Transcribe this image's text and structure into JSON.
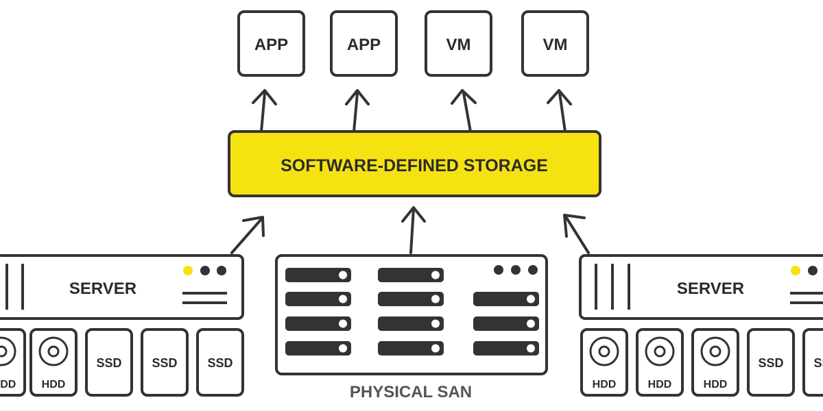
{
  "colors": {
    "stroke": "#333333",
    "accent_yellow": "#f5e211",
    "background": "#ffffff",
    "label_gray": "#555555"
  },
  "top_boxes": [
    "APP",
    "APP",
    "VM",
    "VM"
  ],
  "sds": {
    "label": "SOFTWARE-DEFINED STORAGE"
  },
  "left_server": {
    "label": "SERVER",
    "status_lights": [
      "yellow",
      "dark",
      "dark"
    ],
    "drives": [
      "HDD",
      "HDD",
      "SSD",
      "SSD",
      "SSD"
    ]
  },
  "san": {
    "label": "PHYSICAL SAN",
    "status_lights": [
      "dark",
      "dark",
      "dark"
    ]
  },
  "right_server": {
    "label": "SERVER",
    "status_lights": [
      "yellow",
      "dark"
    ],
    "drives": [
      "HDD",
      "HDD",
      "HDD",
      "SSD",
      "SSD"
    ]
  }
}
